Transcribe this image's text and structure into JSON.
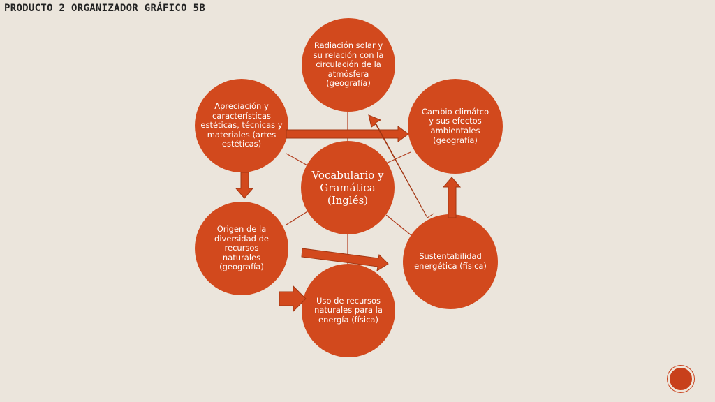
{
  "title": "PRODUCTO 2 ORGANIZADOR GRÁFICO 5B",
  "colors": {
    "node": "#d2491d",
    "arrow": "#d2491d",
    "arrow_stroke": "#a33612",
    "line": "#b03a1a",
    "background": "#ebe5dc"
  },
  "center": {
    "text": "Vocabulario y Gramática (Inglés)"
  },
  "nodes": [
    {
      "id": "radiacion",
      "text": "Radiación solar y su relación con la circulación de la atmósfera (geografía)"
    },
    {
      "id": "cambio",
      "text": "Cambio climátco y sus efectos ambientales (geografía)"
    },
    {
      "id": "sustentabilidad",
      "text": "Sustentabilidad energética (física)"
    },
    {
      "id": "uso",
      "text": "Uso de recursos naturales para la energía (física)"
    },
    {
      "id": "origen",
      "text": "Origen de la diversidad de recursos naturales (geografía)"
    },
    {
      "id": "apreciacion",
      "text": "Apreciación y características estéticas, técnicas y materiales (artes estéticas)"
    }
  ]
}
